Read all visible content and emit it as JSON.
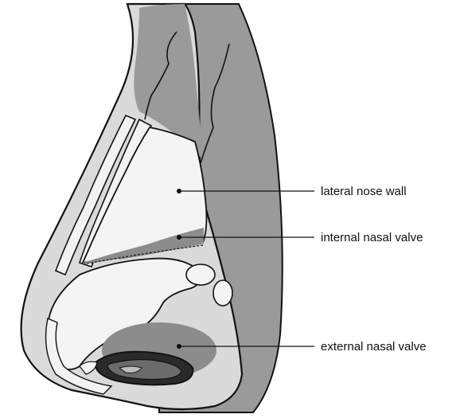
{
  "diagram": {
    "labels": [
      {
        "id": "lateral-nose-wall",
        "text": "lateral nose wall"
      },
      {
        "id": "internal-nasal-valve",
        "text": "internal nasal valve"
      },
      {
        "id": "external-nasal-valve",
        "text": "external nasal valve"
      }
    ],
    "colors": {
      "skin_dark": "#9a9a9a",
      "soft_tissue": "#d9d9d9",
      "cartilage": "#f4f4f4",
      "valve_shade": "#8c8c8c",
      "nostril": "#2a2a2a",
      "outline": "#111111",
      "background": "#ffffff"
    }
  }
}
